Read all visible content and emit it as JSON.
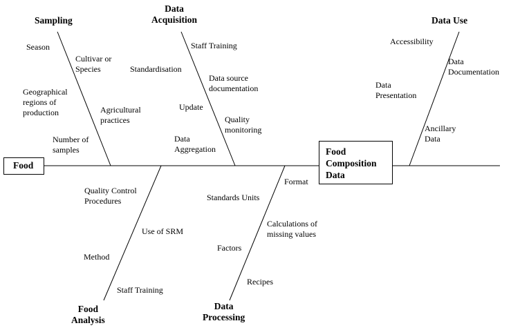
{
  "diagram": {
    "head": "Food",
    "effect": "Food\nComposition\nData",
    "categories": [
      {
        "name": "Sampling",
        "causes": [
          "Season",
          "Cultivar or\nSpecies",
          "Geographical\nregions of\nproduction",
          "Agricultural\npractices",
          "Number of\nsamples"
        ]
      },
      {
        "name": "Data\nAcquisition",
        "causes": [
          "Staff Training",
          "Standardisation",
          "Data source\ndocumentation",
          "Update",
          "Quality\nmonitoring",
          "Data\nAggregation"
        ]
      },
      {
        "name": "Data Use",
        "causes": [
          "Accessibility",
          "Data\nDocumentation",
          "Data\nPresentation",
          "Ancillary\nData"
        ]
      },
      {
        "name": "Food\nAnalysis",
        "causes": [
          "Quality Control\nProcedures",
          "Use of SRM",
          "Method",
          "Staff Training"
        ]
      },
      {
        "name": "Data\nProcessing",
        "causes": [
          "Format",
          "Standards Units",
          "Calculations of\nmissing values",
          "Factors",
          "Recipes"
        ]
      }
    ]
  }
}
